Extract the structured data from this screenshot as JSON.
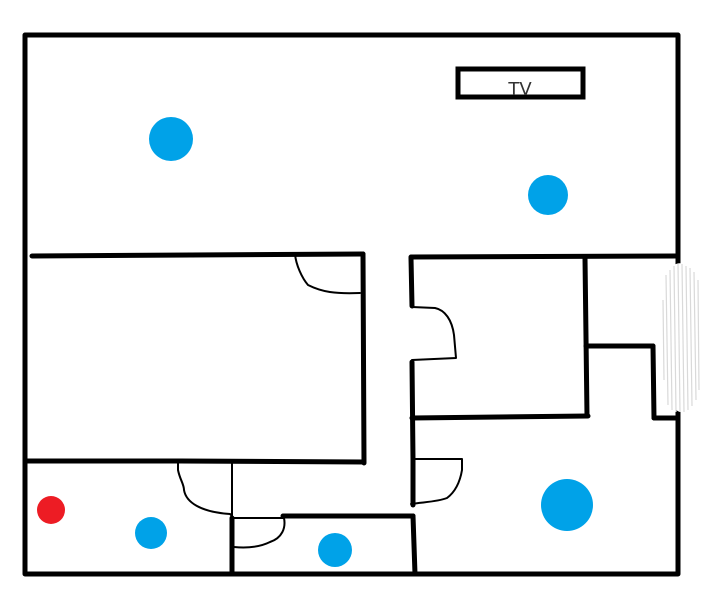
{
  "tv": {
    "label": "TV"
  },
  "colors": {
    "wall": "#000000",
    "blue_marker": "#00a2e8",
    "red_marker": "#ed1c24",
    "window_scribble": "#d9d9d9",
    "background": "#ffffff"
  },
  "markers": [
    {
      "kind": "blue",
      "room": "living-room"
    },
    {
      "kind": "blue",
      "room": "living-room"
    },
    {
      "kind": "blue",
      "room": "bottom-right-room"
    },
    {
      "kind": "red",
      "room": "bottom-left-room"
    },
    {
      "kind": "blue",
      "room": "bottom-left-room"
    },
    {
      "kind": "blue",
      "room": "bottom-middle-room"
    }
  ]
}
